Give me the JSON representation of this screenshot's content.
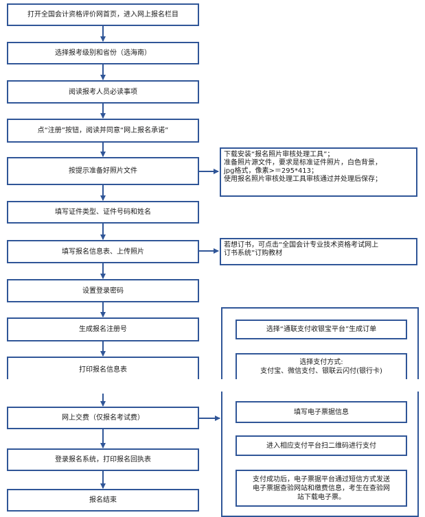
{
  "flow": {
    "steps": [
      "打开全国会计资格评价网首页，进入网上报名栏目",
      "选择报考级别和省份（选海南）",
      "阅读报考人员必读事项",
      "点“注册”按钮，阅读并同意“网上报名承诺”",
      "按提示准备好照片文件",
      "填写证件类型、证件号码和姓名",
      "填写报名信息表、上传照片",
      "设置登录密码",
      "生成报名注册号",
      "打印报名信息表",
      "网上交费（仅报名考试费）",
      "登录报名系统，打印报名回执表",
      "报名结束"
    ]
  },
  "notes": {
    "photo": [
      "下载安装“报名照片审核处理工具”；",
      "准备照片源文件，要求是标准证件照片，白色背景，",
      "jpg格式，像素>＝295*413；",
      "使用报名照片审核处理工具审核通过并处理后保存；"
    ],
    "book": [
      "若想订书，可点击“全国会计专业技术资格考试网上",
      "订书系统”订购教材"
    ]
  },
  "payment": {
    "steps": [
      "选择“通联支付收银宝平台”生成订单",
      "选择支付方式:",
      "支付宝、微信支付、银联云闪付(银行卡)",
      "填写电子票据信息",
      "进入相应支付平台扫二维码进行支付",
      "支付成功后，电子票据平台通过短信方式发送",
      "电子票据查验网站和缴费信息，考生在查验网",
      "站下载电子票。"
    ]
  },
  "colors": {
    "border": "#2f5597",
    "arrow": "#2f5597",
    "text": "#1a1a1a"
  }
}
